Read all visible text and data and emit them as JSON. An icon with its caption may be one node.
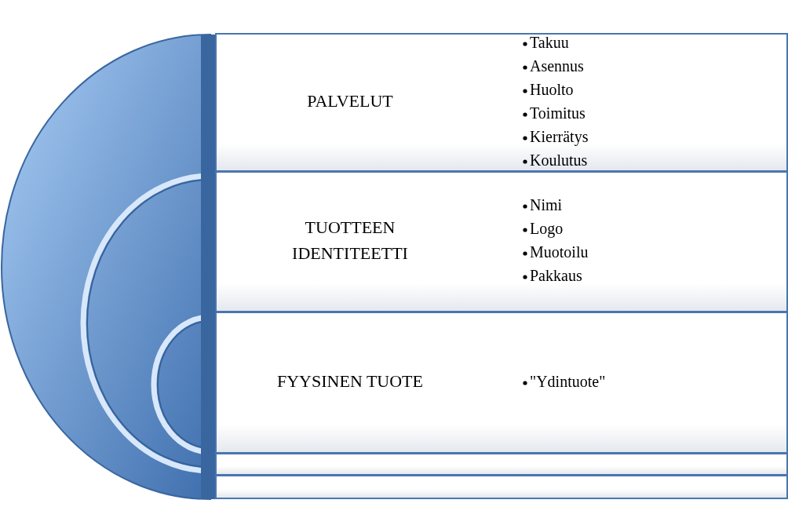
{
  "diagram": {
    "nodes": [
      {
        "text": [
          "PALVELUT",
          "Takuu",
          "Asennus",
          "Huolto",
          "Toimitus",
          "Kierrätys",
          "Koulutus"
        ]
      },
      {
        "text": [
          "TUOTTEEN IDENTITEETTI",
          "Nimi",
          "Logo",
          "Muotoilu",
          "Pakkaus"
        ]
      },
      {
        "text": [
          "FYYSINEN TUOTE",
          "\"Ydintuote\""
        ]
      },
      {
        "text": [],
        "shape": "bar"
      },
      {
        "text": [],
        "shape": "bar"
      }
    ]
  }
}
